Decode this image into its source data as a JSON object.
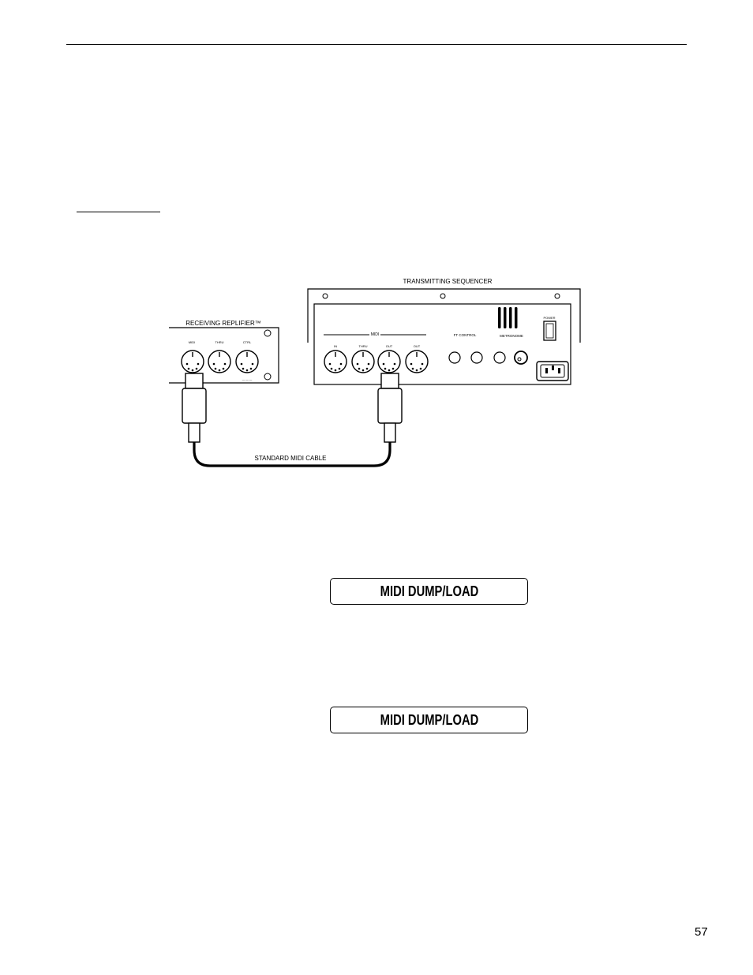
{
  "diagram": {
    "transmitter_label": "TRANSMITTING SEQUENCER",
    "receiver_label": "RECEIVING REPLIFIER™",
    "cable_label": "STANDARD MIDI CABLE"
  },
  "displays": [
    {
      "text": "MIDI DUMP/LOAD"
    },
    {
      "text": "MIDI DUMP/LOAD"
    }
  ],
  "page_number": "57"
}
